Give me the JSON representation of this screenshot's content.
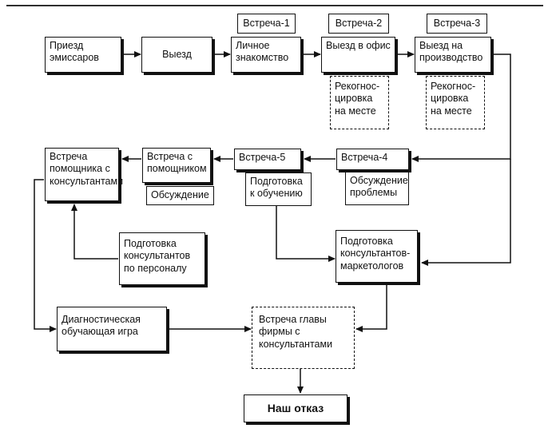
{
  "nodes": {
    "arrival": "Приезд эмиссаров",
    "departure": "Выезд",
    "meeting1_tag": "Встреча-1",
    "meeting2_tag": "Встреча-2",
    "meeting3_tag": "Встреча-3",
    "acquaintance": "Личное знакомство",
    "office_visit": "Выезд в офис",
    "production_visit": "Выезд на производство",
    "recon_office": "Рекогнос-цировка на месте",
    "recon_production": "Рекогнос-цировка на месте",
    "meeting4": "Встреча-4",
    "problem_discussion": "Обсуждение проблемы",
    "meeting5": "Встреча-5",
    "training_prep": "Подготовка к обучению",
    "assistant_meeting": "Встреча с помощником",
    "discussion": "Обсуждение",
    "assistant_consultants_meeting": "Встреча помощника с консультантами",
    "personnel_consultants_prep": "Подготовка консультантов по персоналу",
    "marketing_consultants_prep": "Подготовка консультантов-маркетологов",
    "diagnostic_game": "Диагностическая обучающая игра",
    "head_meeting": "Встреча главы фирмы с консультантами",
    "refusal": "Наш отказ"
  }
}
